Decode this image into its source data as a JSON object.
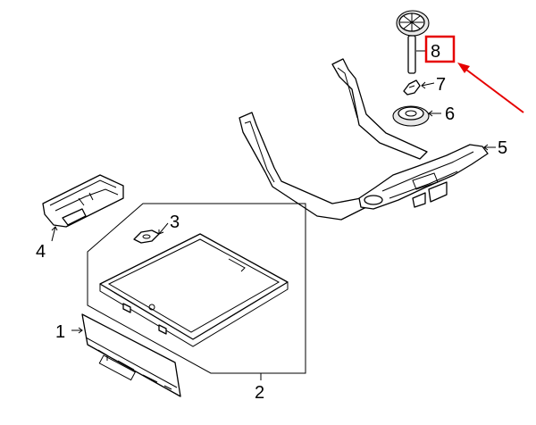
{
  "callouts": {
    "c1": "1",
    "c2": "2",
    "c3": "3",
    "c4": "4",
    "c5": "5",
    "c6": "6",
    "c7": "7",
    "c8": "8"
  },
  "colors": {
    "highlight": "#e60000",
    "line": "#000000",
    "background": "#ffffff"
  }
}
